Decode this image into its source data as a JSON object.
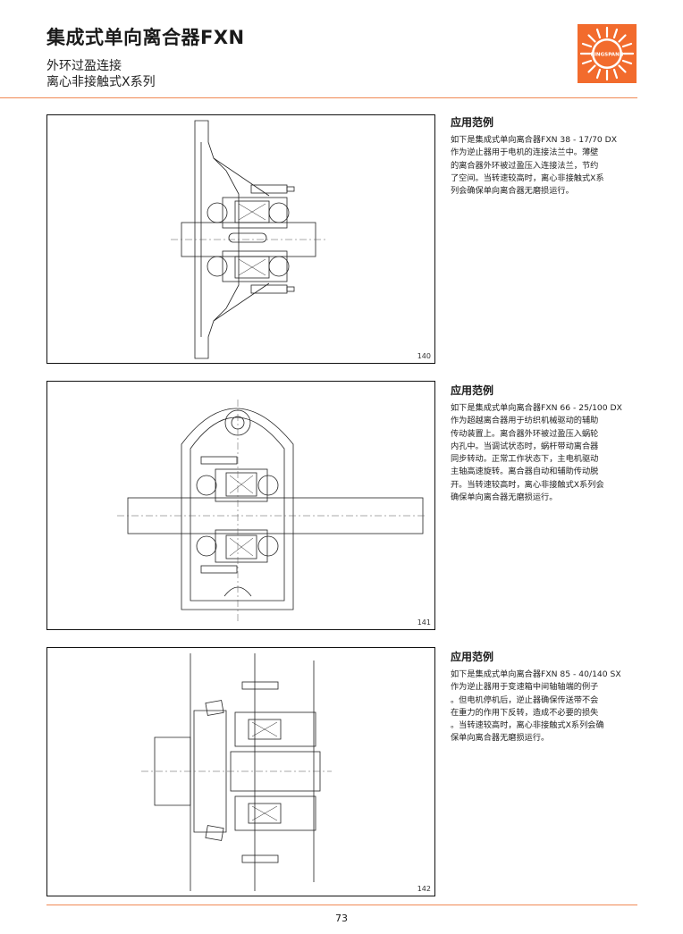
{
  "header": {
    "title": "集成式单向离合器FXN",
    "subtitle_line1": "外环过盈连接",
    "subtitle_line2": "离心非接触式X系列"
  },
  "logo": {
    "text": "RINGSPANN",
    "color": "#f26b2d"
  },
  "applications": [
    {
      "heading": "应用范例",
      "body": "如下是集成式单向离合器FXN 38 - 17/70 DX\n作为逆止器用于电机的连接法兰中。薄壁\n的离合器外环被过盈压入连接法兰，节约\n了空间。当转速较高时，离心非接触式X系\n列会确保单向离合器无磨损运行。",
      "figure_number": "140"
    },
    {
      "heading": "应用范例",
      "body": "如下是集成式单向离合器FXN 66 - 25/100 DX\n作为超越离合器用于纺织机械驱动的辅助\n传动装置上。离合器外环被过盈压入蜗轮\n内孔中。当调试状态时，蜗杆带动离合器\n同步转动。正常工作状态下，主电机驱动\n主轴高速旋转。离合器自动和辅助传动脱\n开。当转速较高时，离心非接触式X系列会\n确保单向离合器无磨损运行。",
      "figure_number": "141"
    },
    {
      "heading": "应用范例",
      "body": "如下是集成式单向离合器FXN 85 - 40/140 SX\n作为逆止器用于变速箱中间轴轴端的例子\n。但电机停机后，逆止器确保传送带不会\n在重力的作用下反转，造成不必要的损失\n。当转速较高时，离心非接触式X系列会确\n保单向离合器无磨损运行。",
      "figure_number": "142"
    }
  ],
  "footer": {
    "page_number": "73",
    "accent_color": "#f08a55"
  }
}
